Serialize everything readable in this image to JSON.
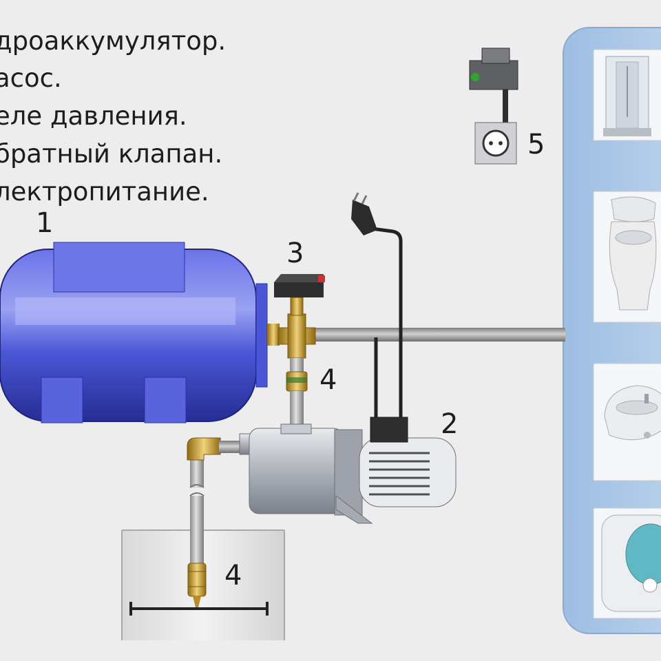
{
  "legend": [
    {
      "id": "1",
      "text": "дроаккумулятор."
    },
    {
      "id": "2",
      "text": "асос."
    },
    {
      "id": "3",
      "text": "еле давления."
    },
    {
      "id": "4",
      "text": "братный клапан."
    },
    {
      "id": "5",
      "text": "лектропитание."
    }
  ],
  "callouts": {
    "accumulator": "1",
    "pump": "2",
    "pressure_switch": "3",
    "check_valve_upper": "4",
    "check_valve_lower": "4",
    "power_supply": "5"
  },
  "colors": {
    "background": "#ededed",
    "tank": "#4a56d6",
    "tank_dark": "#2a32a8",
    "fixtures_panel": "#aec8e6",
    "pipe": "#9a9a9a",
    "brass": "#c8a33a",
    "pump_metal": "#b8bcc4"
  },
  "icons": {
    "accumulator": "pressure-tank-icon",
    "pump": "water-pump-icon",
    "pressure_switch": "pressure-switch-icon",
    "power": "socket-icon",
    "fixtures": [
      "shower-cabin-icon",
      "toilet-icon",
      "sink-icon",
      "water-heater-icon"
    ]
  }
}
